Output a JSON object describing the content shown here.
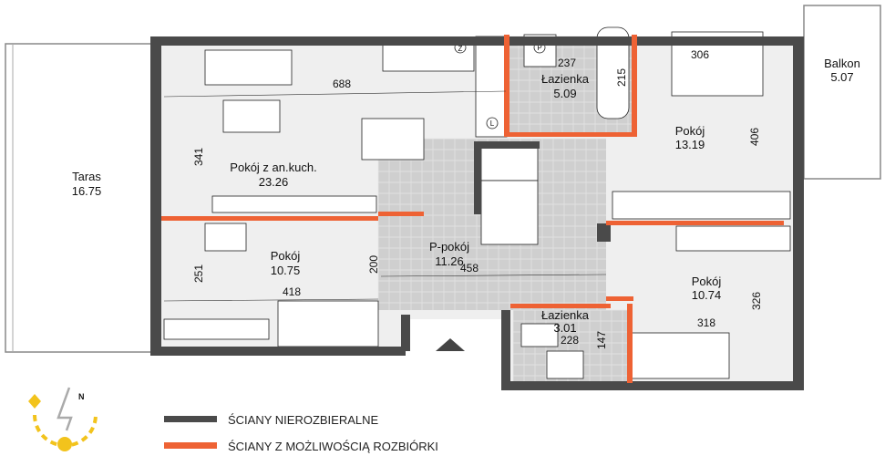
{
  "rooms": {
    "taras": {
      "name": "Taras",
      "area": "16.75"
    },
    "living": {
      "name": "Pokój z an.kuch.",
      "area": "23.26",
      "dim_w": "688",
      "dim_h": "341"
    },
    "room_sw": {
      "name": "Pokój",
      "area": "10.75",
      "dim_w": "418",
      "dim_h": "251"
    },
    "hall": {
      "name": "P-pokój",
      "area": "11.26",
      "dim_w": "458",
      "dim_h": "200"
    },
    "bath1": {
      "name": "Łazienka",
      "area": "5.09",
      "dim_w": "237",
      "dim_h": "215"
    },
    "room_ne": {
      "name": "Pokój",
      "area": "13.19",
      "dim_w": "306",
      "dim_h": "406"
    },
    "balkon": {
      "name": "Balkon",
      "area": "5.07"
    },
    "room_se": {
      "name": "Pokój",
      "area": "10.74",
      "dim_w": "318",
      "dim_h": "326"
    },
    "bath2": {
      "name": "Łazienka",
      "area": "3.01",
      "dim_w": "228",
      "dim_h": "147"
    }
  },
  "appliances": {
    "fridge": "Z",
    "washer": "P",
    "dishwasher": "L"
  },
  "compass": {
    "north": "N"
  },
  "legend": [
    {
      "label": "ŚCIANY NIEROZBIERALNE",
      "color": "#4a4a4a"
    },
    {
      "label": "ŚCIANY Z MOŻLIWOŚCIĄ ROZBIÓRKI",
      "color": "#ee6234"
    }
  ]
}
